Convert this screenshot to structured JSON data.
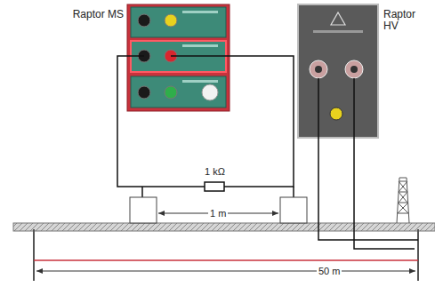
{
  "diagram": {
    "nodes": [
      {
        "text": [
          "Raptor MS"
        ]
      },
      {
        "text": [
          "Raptor HV"
        ]
      }
    ],
    "labels": [
      "1 kΩ",
      "1 m",
      "50 m"
    ]
  }
}
